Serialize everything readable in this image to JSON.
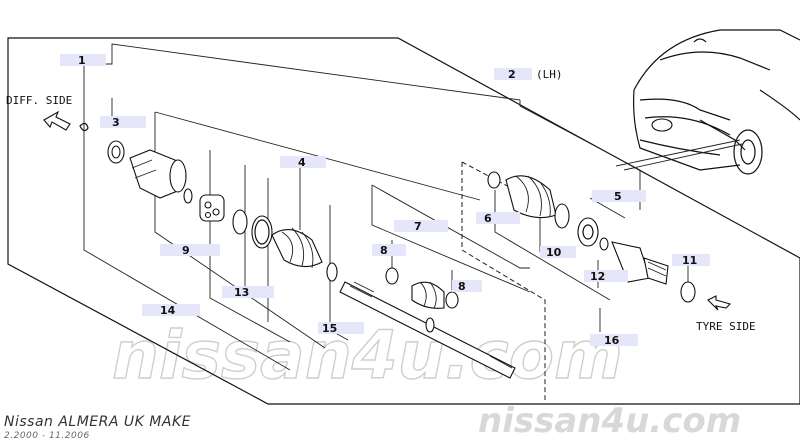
{
  "footer": {
    "title": "Nissan ALMERA UK MAKE",
    "date_range": "2.2000 - 11.2006"
  },
  "watermark": {
    "center": "nissan4u.com",
    "corner": "nissan4u.com"
  },
  "labels": {
    "diff_side": "DIFF. SIDE",
    "tyre_side": "TYRE SIDE",
    "lh": "(LH)"
  },
  "callouts": {
    "c1": "1",
    "c2": "2",
    "c3": "3",
    "c4": "4",
    "c5": "5",
    "c6": "6",
    "c7": "7",
    "c8a": "8",
    "c8b": "8",
    "c9": "9",
    "c10": "10",
    "c11": "11",
    "c12": "12",
    "c13": "13",
    "c14": "14",
    "c15": "15",
    "c16": "16"
  },
  "colors": {
    "callout_highlight": "#e6e6fa",
    "line": "#111111",
    "watermark": "#cfcfcf"
  }
}
